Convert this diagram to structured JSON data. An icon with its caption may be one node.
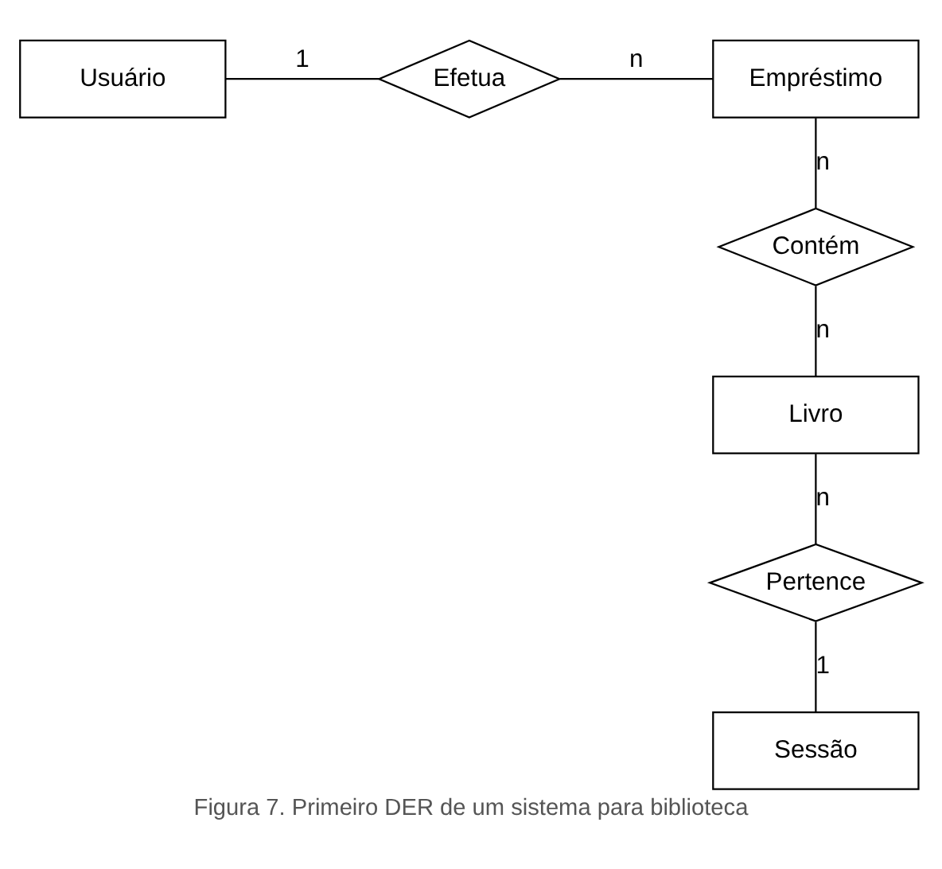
{
  "diagram": {
    "caption": "Figura 7. Primeiro DER de um sistema para biblioteca",
    "nodes": [
      {
        "text": [
          "Usuário"
        ]
      },
      {
        "text": [
          "Efetua"
        ]
      },
      {
        "text": [
          "Empréstimo"
        ]
      },
      {
        "text": [
          "Contém"
        ]
      },
      {
        "text": [
          "Livro"
        ]
      },
      {
        "text": [
          "Pertence"
        ]
      },
      {
        "text": [
          "Sessão"
        ]
      }
    ],
    "edges": [
      {
        "from": 0,
        "to": 1,
        "arrow": "none",
        "label": "1"
      },
      {
        "from": 1,
        "to": 2,
        "arrow": "none",
        "label": "n"
      },
      {
        "from": 2,
        "to": 3,
        "arrow": "none",
        "label": "n"
      },
      {
        "from": 3,
        "to": 4,
        "arrow": "none",
        "label": "n"
      },
      {
        "from": 4,
        "to": 5,
        "arrow": "none",
        "label": "n"
      },
      {
        "from": 5,
        "to": 6,
        "arrow": "none",
        "label": "1"
      }
    ]
  }
}
